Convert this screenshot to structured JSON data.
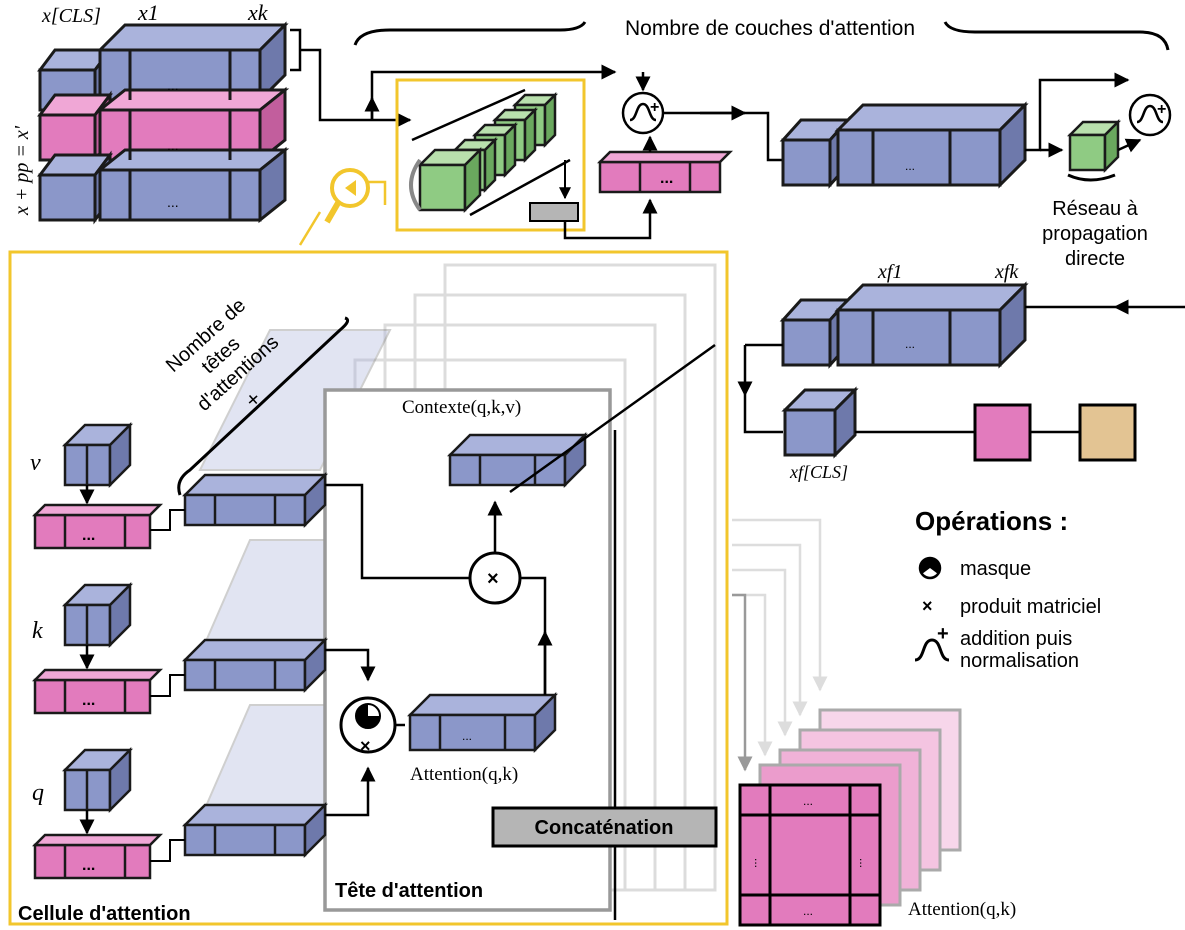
{
  "labels": {
    "x_cls": "x[CLS]",
    "x1": "x1",
    "xk": "xk",
    "input_eq": "x + pp = x'",
    "num_layers": "Nombre de couches d'attention",
    "ffn_1": "Réseau à",
    "ffn_2": "propagation",
    "ffn_3": "directe",
    "xf1": "xf1",
    "xfk": "xfk",
    "xf_cls": "xf[CLS]",
    "heads_1": "Nombre de",
    "heads_2": "têtes",
    "heads_3": "d'attentions",
    "heads_4": "+",
    "v": "v",
    "k": "k",
    "q": "q",
    "context": "Contexte(q,k,v)",
    "attention_qk": "Attention(q,k)",
    "attention_qk_out": "Attention(q,k)",
    "concat": "Concaténation",
    "head": "Tête d'attention",
    "cell": "Cellule d'attention",
    "ellipsis": "..."
  },
  "legend": {
    "title": "Opérations :",
    "items": [
      {
        "icon": "mask-icon",
        "label": "masque"
      },
      {
        "icon": "matmul-icon",
        "label": "produit matriciel"
      },
      {
        "icon": "add-norm-icon",
        "label": "addition puis"
      },
      {
        "icon": "add-norm-icon",
        "label": "normalisation"
      }
    ]
  },
  "colors": {
    "blue": "#8b97c9",
    "pink": "#e27bbd",
    "green": "#8fcb83",
    "tan": "#e3c493",
    "yellow": "#f2c62c",
    "grey": "#b5b5b5"
  }
}
